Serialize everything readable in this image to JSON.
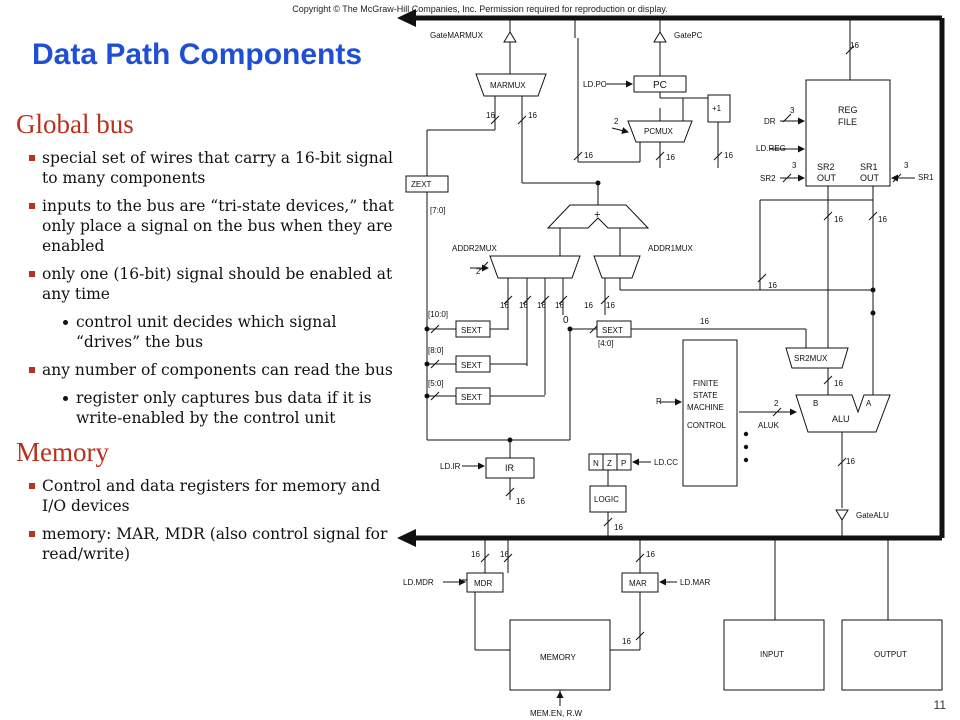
{
  "copyright": "Copyright © The McGraw-Hill Companies, Inc.  Permission required for reproduction or display.",
  "title": "Data Path Components",
  "page_number": "11",
  "sections": [
    {
      "heading": "Global bus",
      "bullets": [
        "special set of wires that carry a 16-bit signal to many components",
        "inputs to the bus are “tri-state devices,” that only place a signal on the bus when they are enabled",
        "only one (16-bit) signal should be enabled at any time",
        "any number of components can read the bus"
      ],
      "sub_bullets": [
        "control unit decides which signal “drives” the bus",
        "register only captures bus data if it is write-enabled by the control unit"
      ]
    },
    {
      "heading": "Memory",
      "bullets": [
        "Control and data registers for memory and I/O devices",
        "memory: MAR, MDR (also control signal for read/write)"
      ]
    }
  ],
  "diagram": {
    "labels": {
      "gate_marmux": "GateMARMUX",
      "gate_pc": "GatePC",
      "marmux": "MARMUX",
      "pc": "PC",
      "ld_pc": "LD.PC",
      "plus1": "+1",
      "pcmux": "PCMUX",
      "reg_file_1": "REG",
      "reg_file_2": "FILE",
      "dr": "DR",
      "ld_reg": "LD.REG",
      "sr2": "SR2",
      "sr1": "SR1",
      "sr2_out_1": "SR2",
      "sr2_out_2": "OUT",
      "sr1_out_1": "SR1",
      "sr1_out_2": "OUT",
      "zext": "ZEXT",
      "bits_7_0": "[7:0]",
      "adder": "+",
      "addr2mux": "ADDR2MUX",
      "addr1mux": "ADDR1MUX",
      "bits_10_0": "[10:0]",
      "bits_8_0": "[8:0]",
      "bits_5_0": "[5:0]",
      "bits_4_0": "[4:0]",
      "sext": "SEXT",
      "zero": "0",
      "fsm_1": "FINITE",
      "fsm_2": "STATE",
      "fsm_3": "MACHINE",
      "control": "CONTROL",
      "r": "R",
      "sr2mux": "SR2MUX",
      "alu": "ALU",
      "alu_b": "B",
      "alu_a": "A",
      "aluk": "ALUK",
      "ld_ir": "LD.IR",
      "ir": "IR",
      "n": "N",
      "z": "Z",
      "p": "P",
      "ld_cc": "LD.CC",
      "logic": "LOGIC",
      "gate_alu": "GateALU",
      "ld_mdr": "LD.MDR",
      "mdr": "MDR",
      "mar": "MAR",
      "ld_mar": "LD.MAR",
      "memory": "MEMORY",
      "input": "INPUT",
      "output": "OUTPUT",
      "mem_en": "MEM.EN, R.W",
      "w16": "16",
      "w2": "2",
      "w3": "3"
    }
  }
}
